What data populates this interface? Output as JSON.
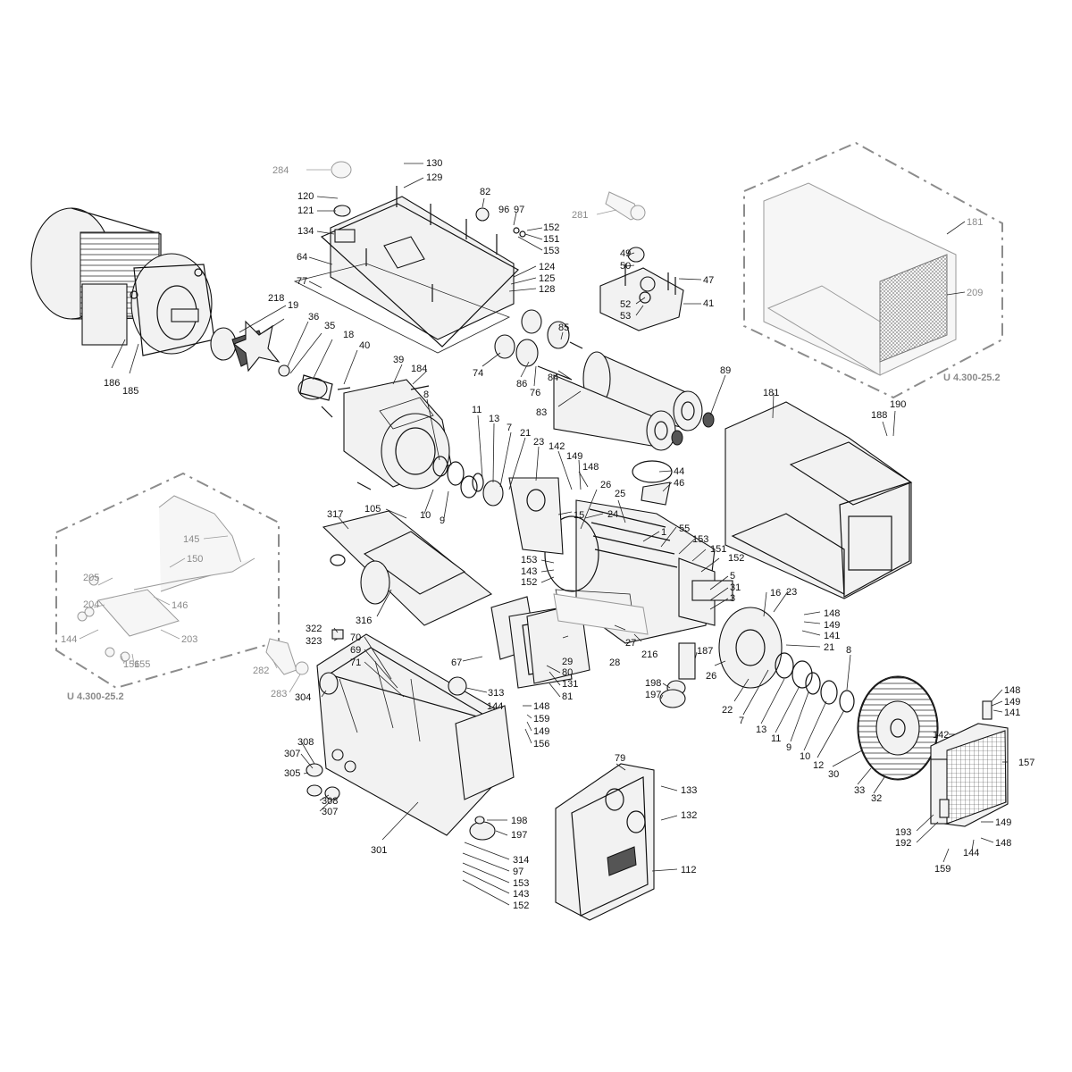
{
  "diagram": {
    "references": {
      "upper_right": "U 4.300-25.2",
      "left": "U 4.300-25.2"
    },
    "labels": {
      "l284": "284",
      "l130": "130",
      "l129": "129",
      "l120": "120",
      "l121": "121",
      "l134": "134",
      "l64": "64",
      "l77": "77",
      "l218": "218",
      "l19": "19",
      "l36": "36",
      "l35": "35",
      "l18": "18",
      "l40": "40",
      "l186": "186",
      "l185": "185",
      "l82": "82",
      "l96": "96",
      "l97": "97",
      "l152a": "152",
      "l151a": "151",
      "l153a": "153",
      "l281": "281",
      "l49": "49",
      "l50": "50",
      "l47": "47",
      "l124": "124",
      "l125": "125",
      "l128": "128",
      "l52": "52",
      "l53": "53",
      "l41": "41",
      "l74": "74",
      "l86": "86",
      "l76": "76",
      "l84": "84",
      "l85": "85",
      "l83": "83",
      "l89": "89",
      "l39": "39",
      "l184": "184",
      "l8a": "8",
      "l11a": "11",
      "l13a": "13",
      "l7a": "7",
      "l21a": "21",
      "l23a": "23",
      "l142a": "142",
      "l149a": "149",
      "l148a": "148",
      "l44": "44",
      "l46": "46",
      "l181a": "181",
      "l181b": "181",
      "l209": "209",
      "l188": "188",
      "l190": "190",
      "l10a": "10",
      "l9a": "9",
      "l26a": "26",
      "l25": "25",
      "l15": "15",
      "l24": "24",
      "l1": "1",
      "l55": "55",
      "l153b": "153",
      "l151b": "151",
      "l152b": "152",
      "l5": "5",
      "l31": "31",
      "l3": "3",
      "l153c": "153",
      "l143a": "143",
      "l152c": "152",
      "l145": "145",
      "l150": "150",
      "l205": "205",
      "l146": "146",
      "l204": "204",
      "l203": "203",
      "l144a": "144",
      "l156a": "156",
      "l155": "155",
      "l317": "317",
      "l105": "105",
      "l316": "316",
      "l322": "322",
      "l323": "323",
      "l70": "70",
      "l69": "69",
      "l71": "71",
      "l67": "67",
      "l29": "29",
      "l28": "28",
      "l27": "27",
      "l216": "216",
      "l80": "80",
      "l131": "131",
      "l81": "81",
      "l187": "187",
      "l198a": "198",
      "l197a": "197",
      "l16": "16",
      "l23b": "23",
      "l148b": "148",
      "l149b": "149",
      "l141a": "141",
      "l21b": "21",
      "l26b": "26",
      "l22": "22",
      "l7b": "7",
      "l13b": "13",
      "l11b": "11",
      "l9b": "9",
      "l10b": "10",
      "l8b": "8",
      "l12": "12",
      "l30": "30",
      "l33": "33",
      "l32": "32",
      "l148c": "148",
      "l149c": "149",
      "l141b": "141",
      "l142b": "142",
      "l157": "157",
      "l193": "193",
      "l192": "192",
      "l149d": "149",
      "l148d": "148",
      "l144c": "144",
      "l159b": "159",
      "l282": "282",
      "l283": "283",
      "l304": "304",
      "l313": "313",
      "l144b": "144",
      "l148e": "148",
      "l159a": "159",
      "l149e": "149",
      "l156b": "156",
      "l308a": "308",
      "l307a": "307",
      "l305": "305",
      "l308b": "308",
      "l307b": "307",
      "l301": "301",
      "l79": "79",
      "l133": "133",
      "l132": "132",
      "l112": "112",
      "l198b": "198",
      "l197b": "197",
      "l314": "314",
      "l97b": "97",
      "l153d": "153",
      "l143b": "143",
      "l152d": "152"
    }
  }
}
